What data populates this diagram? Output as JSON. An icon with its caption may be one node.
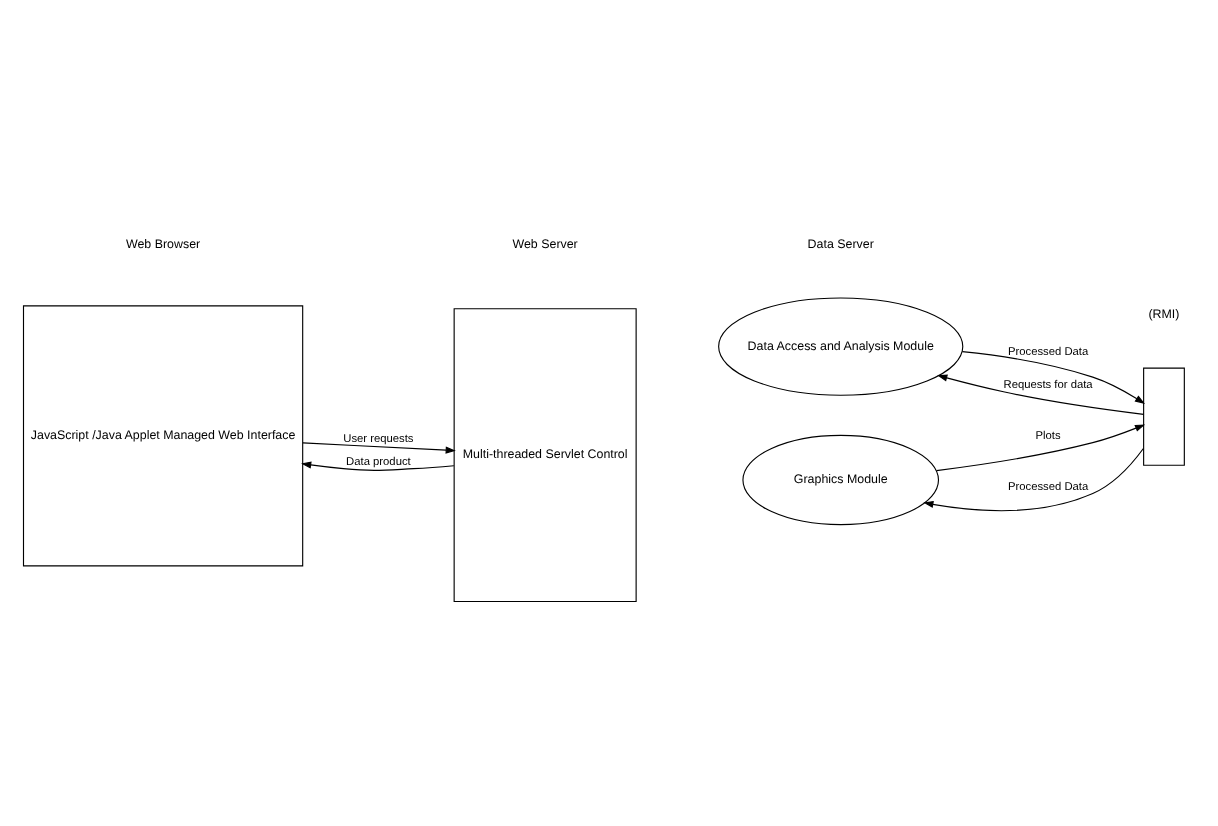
{
  "diagram": {
    "nodes": [
      {
        "text": [
          "JavaScript /Java Applet Managed Web Interface"
        ]
      },
      {
        "text": [
          "Multi-threaded Servlet Control"
        ]
      },
      {
        "text": [],
        "shape": "box"
      },
      {
        "text": [
          "Data Access and Analysis Module"
        ]
      },
      {
        "text": [
          "Graphics Module"
        ]
      }
    ],
    "edges": [
      {
        "from": 0,
        "to": 1,
        "arrow": "to",
        "label": "User requests"
      },
      {
        "from": 1,
        "to": 0,
        "arrow": "to",
        "label": "Data product"
      },
      {
        "from": 3,
        "to": 2,
        "arrow": "to",
        "label": "Processed Data"
      },
      {
        "from": 2,
        "to": 3,
        "arrow": "to",
        "label": "Requests for data"
      },
      {
        "from": 2,
        "to": 4,
        "arrow": "to",
        "label": "Processed Data"
      },
      {
        "from": 4,
        "to": 2,
        "arrow": "to",
        "label": "Plots"
      }
    ],
    "labels": [
      "Web Browser",
      "Web Server",
      "Data Server",
      "(RMI)"
    ]
  }
}
